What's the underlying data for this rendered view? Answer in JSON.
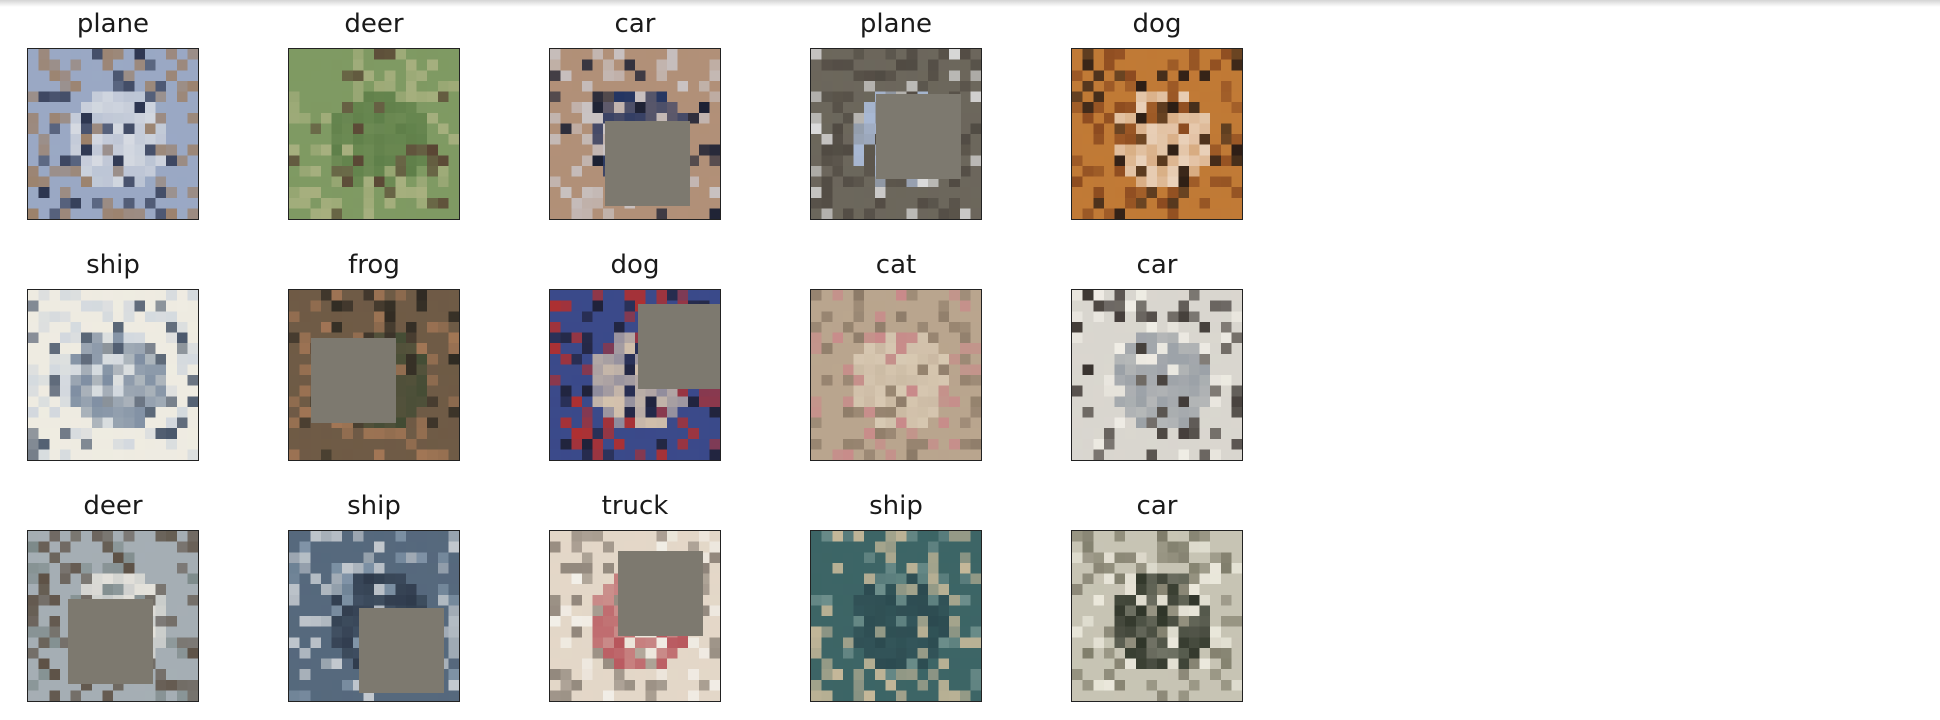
{
  "grid": {
    "rows": 3,
    "cols": 5,
    "cutout_color": "#7d796f",
    "images": [
      {
        "label": "plane",
        "palette": [
          "#9aa8c4",
          "#d7dbe2",
          "#9c7f66",
          "#2b344e"
        ],
        "cutout": false
      },
      {
        "label": "deer",
        "palette": [
          "#7f9a63",
          "#5f7f49",
          "#a8b07f",
          "#5a4634"
        ],
        "cutout": false
      },
      {
        "label": "car",
        "palette": [
          "#b19078",
          "#243562",
          "#c9c3c4",
          "#1a1f33"
        ],
        "cutout": true
      },
      {
        "label": "plane",
        "palette": [
          "#6c675c",
          "#a9b9d4",
          "#514b43",
          "#dcdcdc"
        ],
        "cutout": true
      },
      {
        "label": "dog",
        "palette": [
          "#c07a36",
          "#ead3bd",
          "#8c4b20",
          "#2b1d15"
        ],
        "cutout": false
      },
      {
        "label": "ship",
        "palette": [
          "#eeebe1",
          "#7e8ea2",
          "#d2d8de",
          "#48566a"
        ],
        "cutout": false
      },
      {
        "label": "frog",
        "palette": [
          "#6f5b46",
          "#3f4b33",
          "#a27655",
          "#2f2a22"
        ],
        "cutout": true
      },
      {
        "label": "dog",
        "palette": [
          "#3b4a8a",
          "#d6c3ad",
          "#b03030",
          "#20223a"
        ],
        "cutout": true
      },
      {
        "label": "cat",
        "palette": [
          "#b9a58e",
          "#d8c9b3",
          "#8c7a67",
          "#c98a8a"
        ],
        "cutout": false
      },
      {
        "label": "car",
        "palette": [
          "#d9d6cf",
          "#9aa0a6",
          "#3a3430",
          "#f0ede5"
        ],
        "cutout": false
      },
      {
        "label": "deer",
        "palette": [
          "#a5aeb4",
          "#e5e3dc",
          "#5d5145",
          "#7d8a8a"
        ],
        "cutout": true
      },
      {
        "label": "ship",
        "palette": [
          "#56697d",
          "#2f3b4c",
          "#c3c9cf",
          "#8195a8"
        ],
        "cutout": true
      },
      {
        "label": "truck",
        "palette": [
          "#e3d7c8",
          "#b7535a",
          "#8d8378",
          "#f2efe8"
        ],
        "cutout": true
      },
      {
        "label": "ship",
        "palette": [
          "#3d6566",
          "#2c4a50",
          "#c7b99a",
          "#6e8f8c"
        ],
        "cutout": false
      },
      {
        "label": "car",
        "palette": [
          "#c7c4b4",
          "#2d3327",
          "#807d6b",
          "#ece9dd"
        ],
        "cutout": false
      }
    ]
  }
}
